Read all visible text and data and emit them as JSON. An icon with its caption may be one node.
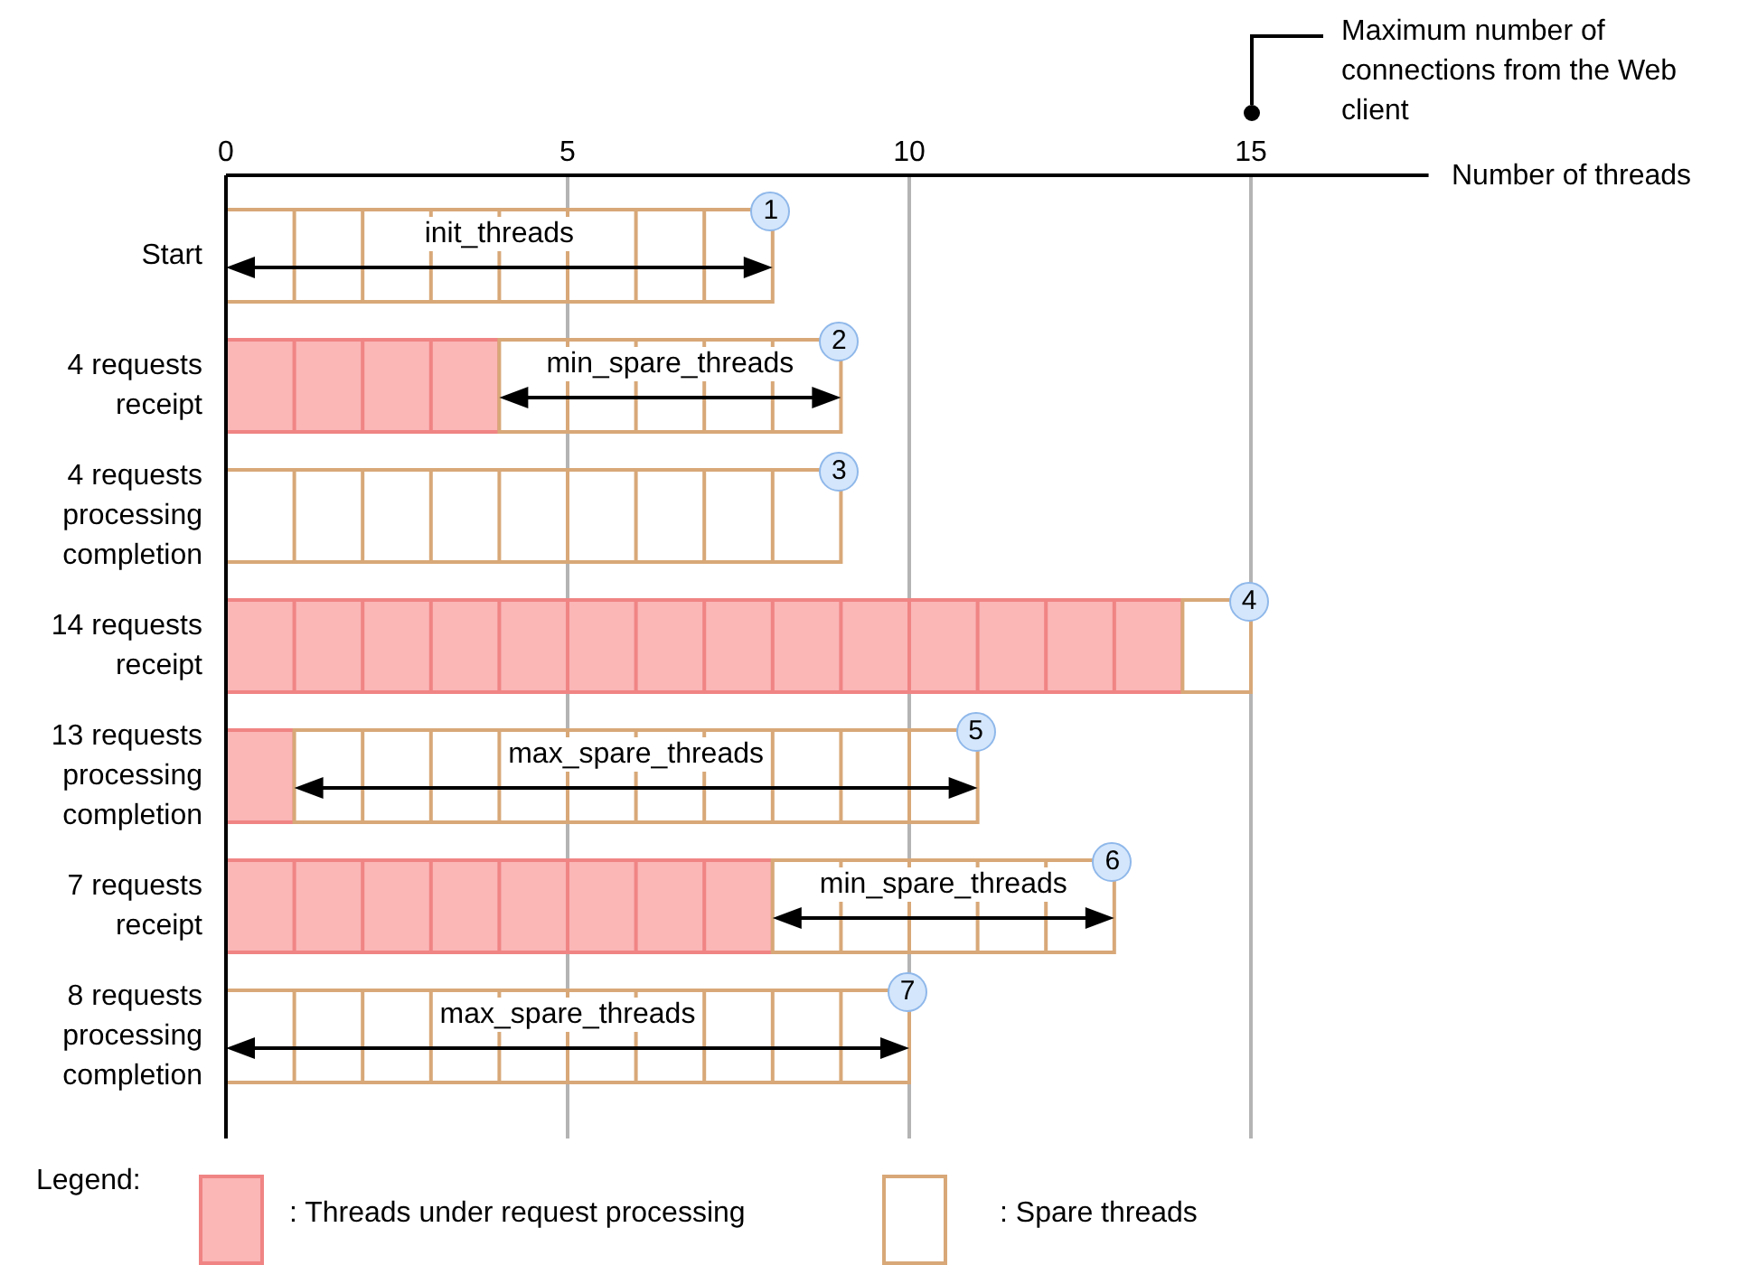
{
  "diagram": {
    "nodes": [
      {
        "text": [
          "Maximum number of connections from the Web client"
        ]
      },
      {
        "text": [],
        "shape": "circle"
      }
    ],
    "edges": [
      {
        "from": 0,
        "to": 1,
        "arrow": "none"
      }
    ],
    "labels": [
      "init_threads",
      "1",
      "min_spare_threads",
      "2",
      "3",
      "4",
      "max_spare_threads",
      "5",
      "min_spare_threads",
      "6",
      "max_spare_threads",
      "7",
      "Legend:"
    ],
    "legend": [
      {
        "text": ": Threads under request processing",
        "color": "#fbb6b6"
      },
      {
        "text": ": Spare threads",
        "color": "#ffffff"
      }
    ],
    "chart_data": {
      "type": "bar",
      "orientation": "horizontal",
      "stacked": true,
      "xlabel": "Number of threads",
      "categories": [
        "Start",
        "4 requests receipt",
        "4 requests processing completion",
        "14 requests receipt",
        "13 requests processing completion",
        "7 requests receipt",
        "8 requests processing completion"
      ],
      "series": [
        {
          "color": "#fbb6b6",
          "values": [
            0,
            4,
            0,
            14,
            1,
            8,
            0
          ]
        },
        {
          "color": "#ffffff",
          "values": [
            8,
            5,
            9,
            1,
            10,
            5,
            10
          ]
        }
      ],
      "xlim": [
        0,
        17.6
      ],
      "grid": true,
      "xticks": [
        0,
        5,
        10,
        15
      ]
    }
  }
}
